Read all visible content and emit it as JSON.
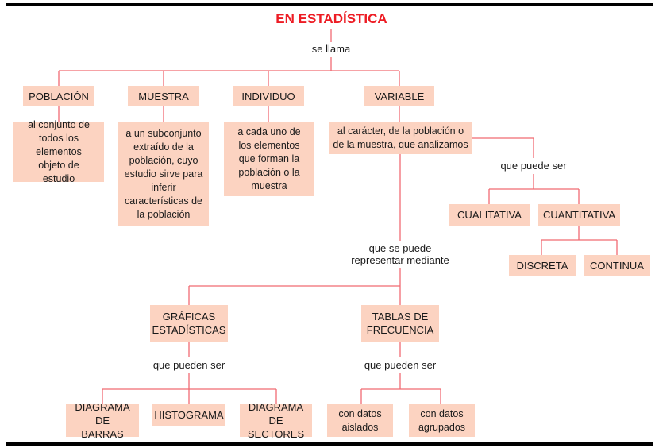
{
  "title": "EN ESTADÍSTICA",
  "connector_root": "se llama",
  "concepts": [
    {
      "label": "POBLACIÓN",
      "definition": "al conjunto de todos los elementos objeto de estudio"
    },
    {
      "label": "MUESTRA",
      "definition": "a un subconjunto extraído de la población, cuyo estudio sirve para inferir características de la población"
    },
    {
      "label": "INDIVIDUO",
      "definition": "a cada uno de los elementos que forman la población o la muestra"
    },
    {
      "label": "VARIABLE",
      "definition": "al carácter, de la población o de la muestra, que analizamos"
    }
  ],
  "variable_types": {
    "connector": "que puede ser",
    "types": [
      "CUALITATIVA",
      "CUANTITATIVA"
    ],
    "quantitative_subtypes": [
      "DISCRETA",
      "CONTINUA"
    ]
  },
  "representation": {
    "connector": "que se puede representar mediante",
    "graficas": {
      "label": "GRÁFICAS ESTADÍSTICAS",
      "connector": "que pueden ser",
      "items": [
        "DIAGRAMA DE BARRAS",
        "HISTOGRAMA",
        "DIAGRAMA DE SECTORES"
      ]
    },
    "tablas": {
      "label": "TABLAS DE FRECUENCIA",
      "connector": "que pueden ser",
      "items": [
        "con datos aislados",
        "con datos agrupados"
      ]
    }
  },
  "colors": {
    "accent": "#ed1c24",
    "line": "#f06a72",
    "box": "#fcd3c1"
  }
}
